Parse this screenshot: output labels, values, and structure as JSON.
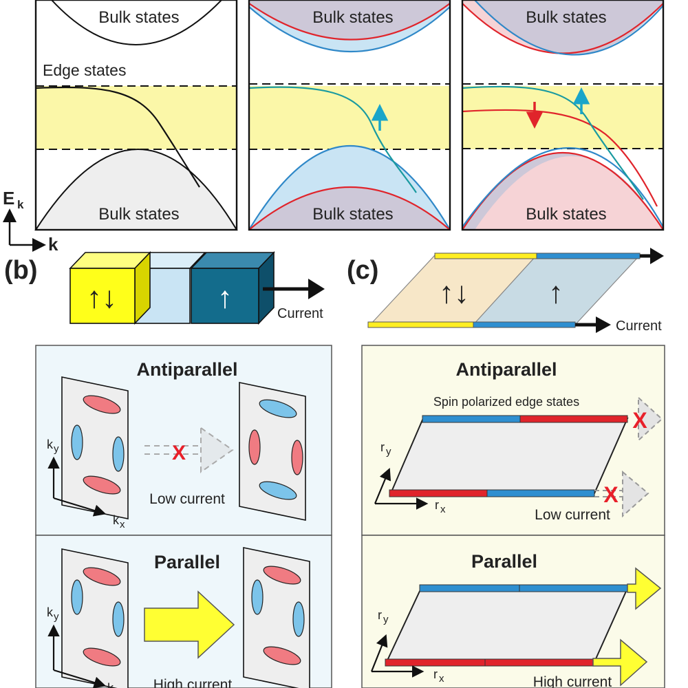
{
  "labels": {
    "bulk_states": "Bulk states",
    "edge_states": "Edge states",
    "axis_energy": "E",
    "axis_energy_sub": "k",
    "axis_k": "k",
    "panel_b": "(b)",
    "panel_c": "(c)",
    "current": "Current",
    "spin_up_down": "↑↓",
    "spin_up": "↑",
    "antiparallel": "Antiparallel",
    "parallel": "Parallel",
    "low_current": "Low current",
    "high_current": "High current",
    "spin_polarized_edge_states": "Spin polarized edge states",
    "blocked_mark": "X",
    "kx": "k",
    "kx_sub": "x",
    "ky": "k",
    "ky_sub": "y",
    "rx": "r",
    "rx_sub": "x",
    "ry": "r",
    "ry_sub": "y"
  },
  "colors": {
    "gap_band": "#fbf7a8",
    "bulk_fill": "#eeeeee",
    "bulk_fill_dark": "#cdc8d8",
    "spin_up_blue": "#2f88c8",
    "spin_down_red": "#e0242b",
    "light_blue_fill": "#c9e4f4",
    "light_red_fill": "#f6d3d6",
    "magnet_yellow": "#ffff1a",
    "magnet_dark_blue": "#136c8c",
    "panel_bg_blue": "#eef7fb",
    "panel_bg_yellow": "#fbfbe9",
    "big_arrow_yellow": "#ffff33",
    "blocked_red": "#e8202a"
  }
}
